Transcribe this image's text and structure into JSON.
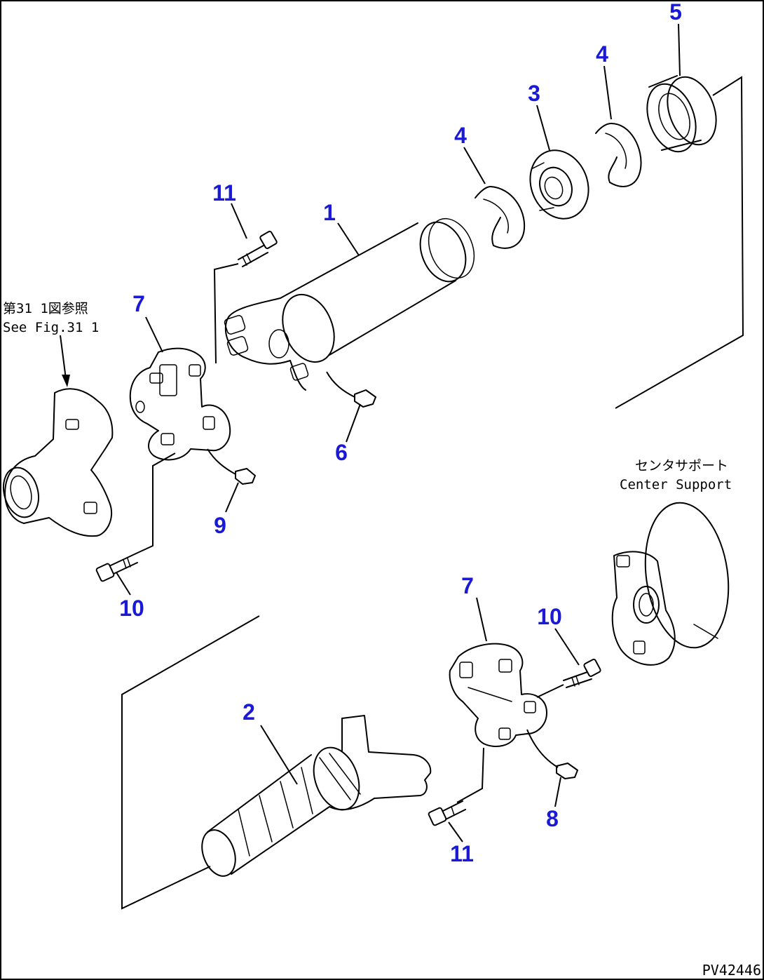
{
  "diagram": {
    "callout_color": "#1a1ad6",
    "line_color": "#000000",
    "drawing_code": "PV42446",
    "notes": {
      "ref_jp": "第31 1図参照",
      "ref_en": "See Fig.31 1",
      "center_support_jp": "センタサポート",
      "center_support_en": "Center Support"
    },
    "callouts": [
      {
        "id": "c1",
        "label": "1"
      },
      {
        "id": "c2",
        "label": "2"
      },
      {
        "id": "c3",
        "label": "3"
      },
      {
        "id": "c4a",
        "label": "4"
      },
      {
        "id": "c4b",
        "label": "4"
      },
      {
        "id": "c5",
        "label": "5"
      },
      {
        "id": "c6",
        "label": "6"
      },
      {
        "id": "c7a",
        "label": "7"
      },
      {
        "id": "c7b",
        "label": "7"
      },
      {
        "id": "c8",
        "label": "8"
      },
      {
        "id": "c9",
        "label": "9"
      },
      {
        "id": "c10a",
        "label": "10"
      },
      {
        "id": "c10b",
        "label": "10"
      },
      {
        "id": "c11a",
        "label": "11"
      },
      {
        "id": "c11b",
        "label": "11"
      }
    ]
  }
}
